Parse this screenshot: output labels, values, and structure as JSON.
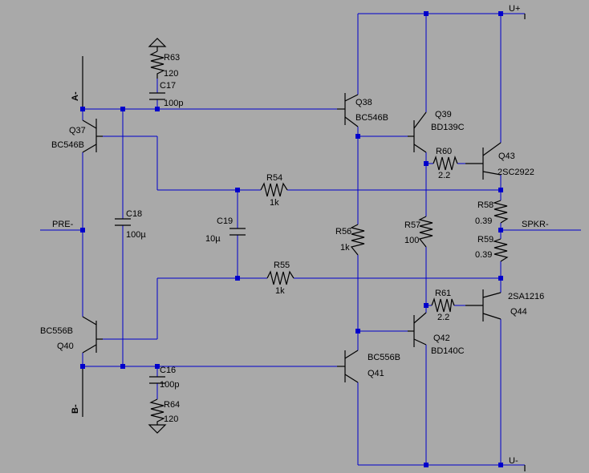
{
  "colors": {
    "background": "#a9a9a9",
    "wire": "#0000cc",
    "component": "#000000",
    "text": "#000000"
  },
  "nets": {
    "vplus": "U+",
    "vminus": "U-",
    "spkr": "SPKR-",
    "pre": "PRE-",
    "a": "A-",
    "b": "B-"
  },
  "components": {
    "R63": {
      "ref": "R63",
      "value": "120"
    },
    "C17": {
      "ref": "C17",
      "value": "100p"
    },
    "Q37": {
      "ref": "Q37",
      "value": "BC546B"
    },
    "Q38": {
      "ref": "Q38",
      "value": "BC546B"
    },
    "Q39": {
      "ref": "Q39",
      "value": "BD139C"
    },
    "R60": {
      "ref": "R60",
      "value": "2.2"
    },
    "Q43": {
      "ref": "Q43",
      "value": "2SC2922"
    },
    "R54": {
      "ref": "R54",
      "value": "1k"
    },
    "C18": {
      "ref": "C18",
      "value": "100µ"
    },
    "C19": {
      "ref": "C19",
      "value": "10µ"
    },
    "R56": {
      "ref": "R56",
      "value": "1k"
    },
    "R57": {
      "ref": "R57",
      "value": "100"
    },
    "R58": {
      "ref": "R58",
      "value": "0.39"
    },
    "R59": {
      "ref": "R59",
      "value": "0.39"
    },
    "R55": {
      "ref": "R55",
      "value": "1k"
    },
    "R61": {
      "ref": "R61",
      "value": "2.2"
    },
    "Q44": {
      "ref": "Q44",
      "value": "2SA1216"
    },
    "Q40": {
      "ref": "Q40",
      "value": "BC556B"
    },
    "Q42": {
      "ref": "Q42",
      "value": "BD140C"
    },
    "Q41": {
      "ref": "Q41",
      "value": "BC556B"
    },
    "C16": {
      "ref": "C16",
      "value": "100p"
    },
    "R64": {
      "ref": "R64",
      "value": "120"
    }
  }
}
